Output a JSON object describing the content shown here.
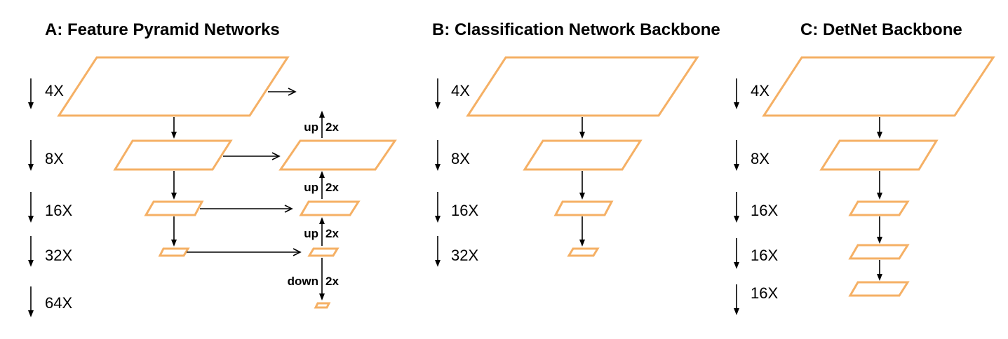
{
  "colors": {
    "plane_stroke": "#f5b065",
    "arrow": "#000000",
    "text": "#000000"
  },
  "panels": {
    "a": {
      "title": "A: Feature Pyramid Networks",
      "scales": [
        "4X",
        "8X",
        "16X",
        "32X",
        "64X"
      ],
      "ops": [
        "up",
        "2x",
        "up",
        "2x",
        "up",
        "2x",
        "down",
        "2x"
      ]
    },
    "b": {
      "title": "B: Classification Network Backbone",
      "scales": [
        "4X",
        "8X",
        "16X",
        "32X"
      ]
    },
    "c": {
      "title": "C: DetNet Backbone",
      "scales": [
        "4X",
        "8X",
        "16X",
        "16X",
        "16X"
      ]
    }
  }
}
